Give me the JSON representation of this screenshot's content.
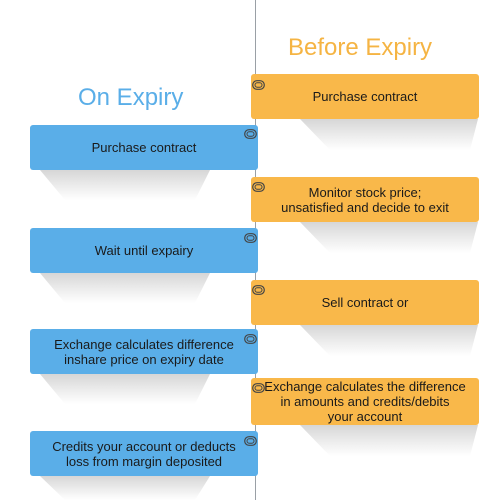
{
  "headings": {
    "on_expiry": "On Expiry",
    "before_expiry": "Before Expiry"
  },
  "colors": {
    "blue": "#5aaee8",
    "orange": "#f9b84a",
    "divider": "#9aa0a6"
  },
  "on_expiry_steps": [
    "Purchase contract",
    "Wait until expairy",
    "Exchange calculates difference\ninshare price on expiry date",
    "Credits your account or deducts\nloss from margin deposited"
  ],
  "before_expiry_steps": [
    "Purchase contract",
    "Monitor stock price;\nunsatisfied and decide to exit",
    "Sell contract or",
    "Exchange calculates the difference\nin amounts and credits/debits\nyour account"
  ],
  "icons": {
    "card_clip": "paperclip-icon"
  }
}
